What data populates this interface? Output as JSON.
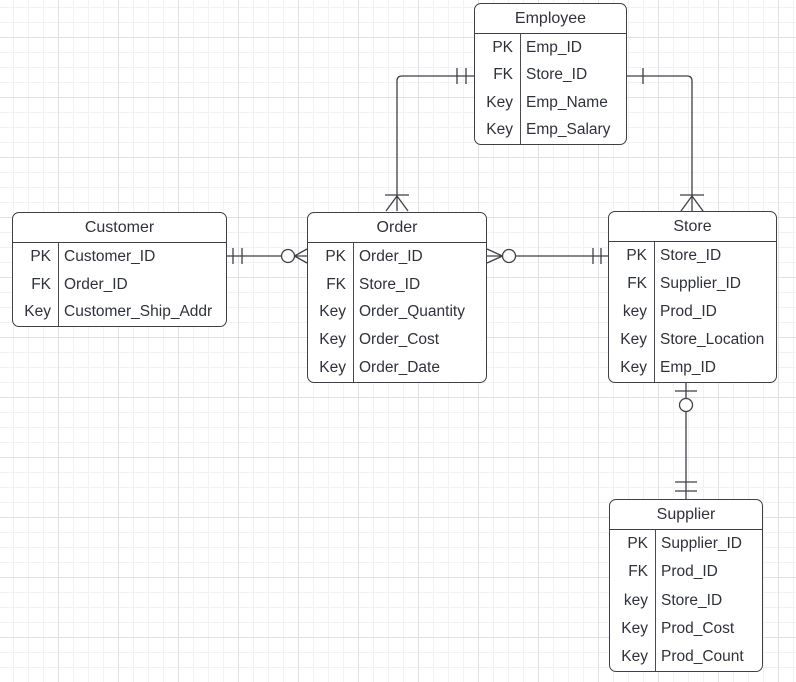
{
  "canvas": {
    "type": "er-diagram",
    "grid": "on"
  },
  "colors": {
    "stroke": "#3f3f47",
    "text": "#2f323a",
    "table_bg": "#ffffff",
    "grid_minor": "#f2f2f3",
    "grid_major": "#e2e2e4"
  },
  "entities": [
    {
      "title": "Employee",
      "rows": [
        {
          "key": "PK",
          "name": "Emp_ID"
        },
        {
          "key": "FK",
          "name": "Store_ID"
        },
        {
          "key": "Key",
          "name": "Emp_Name"
        },
        {
          "key": "Key",
          "name": "Emp_Salary"
        }
      ]
    },
    {
      "title": "Customer",
      "rows": [
        {
          "key": "PK",
          "name": "Customer_ID"
        },
        {
          "key": "FK",
          "name": "Order_ID"
        },
        {
          "key": "Key",
          "name": "Customer_Ship_Addr"
        }
      ]
    },
    {
      "title": "Order",
      "rows": [
        {
          "key": "PK",
          "name": "Order_ID"
        },
        {
          "key": "FK",
          "name": "Store_ID"
        },
        {
          "key": "Key",
          "name": "Order_Quantity"
        },
        {
          "key": "Key",
          "name": "Order_Cost"
        },
        {
          "key": "Key",
          "name": "Order_Date"
        }
      ]
    },
    {
      "title": "Store",
      "rows": [
        {
          "key": "PK",
          "name": "Store_ID"
        },
        {
          "key": "FK",
          "name": "Supplier_ID"
        },
        {
          "key": "key",
          "name": "Prod_ID"
        },
        {
          "key": "Key",
          "name": "Store_Location"
        },
        {
          "key": "Key",
          "name": "Emp_ID"
        }
      ]
    },
    {
      "title": "Supplier",
      "rows": [
        {
          "key": "PK",
          "name": "Supplier_ID"
        },
        {
          "key": "FK",
          "name": "Prod_ID"
        },
        {
          "key": "key",
          "name": "Store_ID"
        },
        {
          "key": "Key",
          "name": "Prod_Cost"
        },
        {
          "key": "Key",
          "name": "Prod_Count"
        }
      ]
    }
  ],
  "relationships": [
    {
      "from": "Employee",
      "to": "Order",
      "from_marker": "exactly-one-bars-icon",
      "to_marker": "one-or-many-crowsfoot-icon"
    },
    {
      "from": "Employee",
      "to": "Store",
      "from_marker": "one-bar-icon",
      "to_marker": "one-or-many-crowsfoot-icon"
    },
    {
      "from": "Customer",
      "to": "Order",
      "from_marker": "exactly-one-bars-icon",
      "to_marker": "zero-or-many-circle-crowsfoot-icon"
    },
    {
      "from": "Order",
      "to": "Store",
      "from_marker": "zero-or-many-circle-crowsfoot-icon",
      "to_marker": "exactly-one-bars-icon"
    },
    {
      "from": "Store",
      "to": "Supplier",
      "from_marker": "zero-or-one-circle-bar-icon",
      "to_marker": "exactly-one-bars-icon"
    }
  ]
}
